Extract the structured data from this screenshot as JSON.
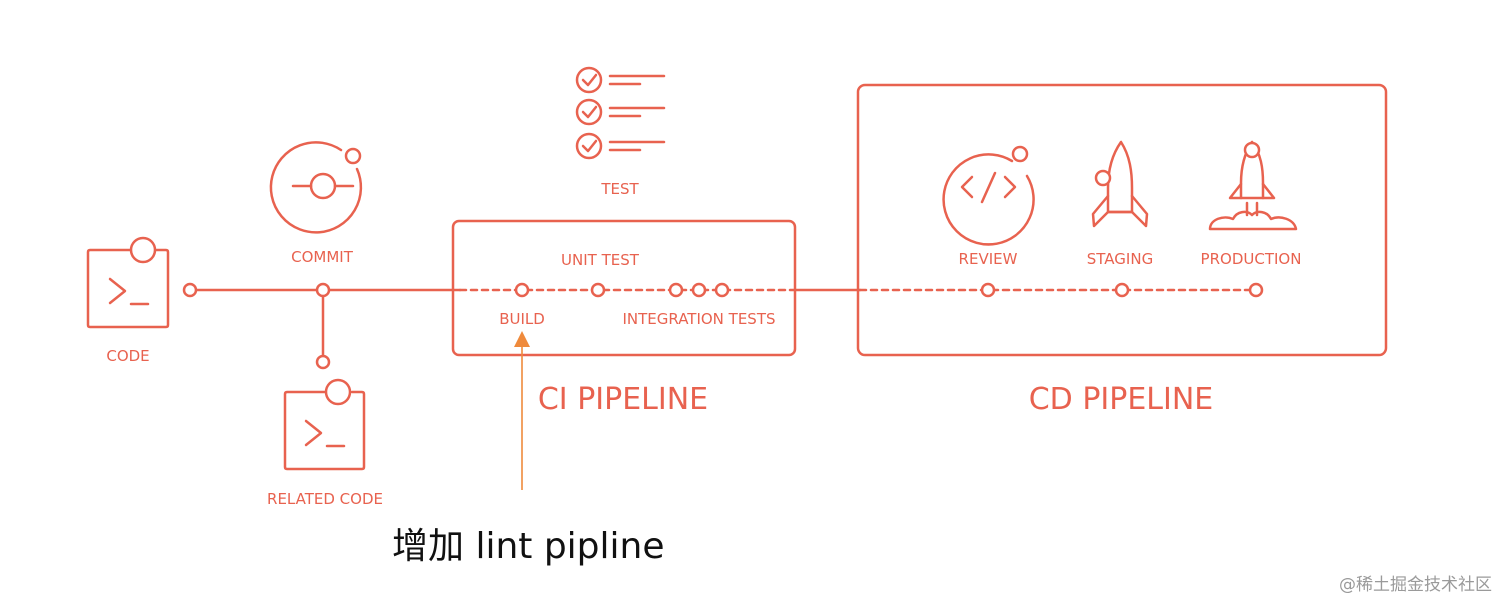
{
  "colors": {
    "accent": "#e8624f",
    "arrow": "#ef8a3c",
    "text": "#111111",
    "watermark": "#9a9a9a"
  },
  "nodes": {
    "code": "CODE",
    "commit": "COMMIT",
    "related_code": "RELATED CODE",
    "test": "TEST",
    "unit_test": "UNIT TEST",
    "build": "BUILD",
    "integration_tests": "INTEGRATION TESTS",
    "review": "REVIEW",
    "staging": "STAGING",
    "production": "PRODUCTION"
  },
  "groups": {
    "ci": "CI PIPELINE",
    "cd": "CD PIPELINE"
  },
  "annotation": "增加 lint pipline",
  "watermark": "@稀土掘金技术社区",
  "icons": [
    "terminal-icon",
    "commit-icon",
    "checklist-icon",
    "code-review-icon",
    "rocket-icon",
    "rocket-launch-icon"
  ]
}
